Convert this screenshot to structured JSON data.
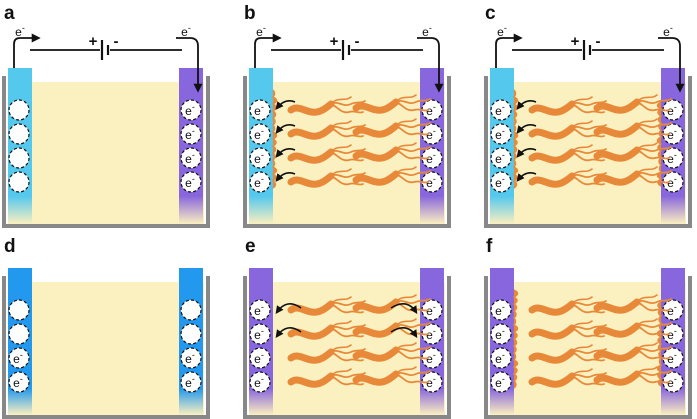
{
  "colors": {
    "electrolyte": "#fbf0c0",
    "container_wall": "#888888",
    "anode_cyan": "#55c8ee",
    "cathode_purple": "#8866dd",
    "electrode_blue": "#2299ee",
    "bacteria": "#e8893a",
    "wire": "#111111"
  },
  "electron_symbol": "e",
  "electron_charge": "-",
  "battery_signs": {
    "positive": "+",
    "negative": "-"
  },
  "panels": [
    {
      "id": "a",
      "label": "a",
      "battery": true,
      "left_electrode": "cyan",
      "right_electrode": "purple",
      "left_electrons": 0,
      "right_electrons": 4,
      "bacteria": false,
      "biofilm_left": false,
      "biofilm_right": false,
      "arrows": "none"
    },
    {
      "id": "b",
      "label": "b",
      "battery": true,
      "left_electrode": "cyan",
      "right_electrode": "purple",
      "left_electrons": 4,
      "right_electrons": 4,
      "bacteria": true,
      "biofilm_left": true,
      "biofilm_right": false,
      "arrows": "to-left"
    },
    {
      "id": "c",
      "label": "c",
      "battery": true,
      "left_electrode": "cyan",
      "right_electrode": "purple",
      "left_electrons": 4,
      "right_electrons": 4,
      "bacteria": true,
      "biofilm_left": true,
      "biofilm_right": true,
      "arrows": "to-left"
    },
    {
      "id": "d",
      "label": "d",
      "battery": false,
      "left_electrode": "blue",
      "right_electrode": "blue",
      "left_electrons": 2,
      "right_electrons": 2,
      "bacteria": false,
      "biofilm_left": false,
      "biofilm_right": false,
      "arrows": "none"
    },
    {
      "id": "e",
      "label": "e",
      "battery": false,
      "left_electrode": "purple",
      "right_electrode": "purple",
      "left_electrons": 4,
      "right_electrons": 4,
      "bacteria": true,
      "biofilm_left": false,
      "biofilm_right": false,
      "arrows": "to-both"
    },
    {
      "id": "f",
      "label": "f",
      "battery": false,
      "left_electrode": "purple",
      "right_electrode": "purple",
      "left_electrons": 4,
      "right_electrons": 4,
      "bacteria": true,
      "biofilm_left": true,
      "biofilm_right": true,
      "arrows": "none"
    }
  ]
}
